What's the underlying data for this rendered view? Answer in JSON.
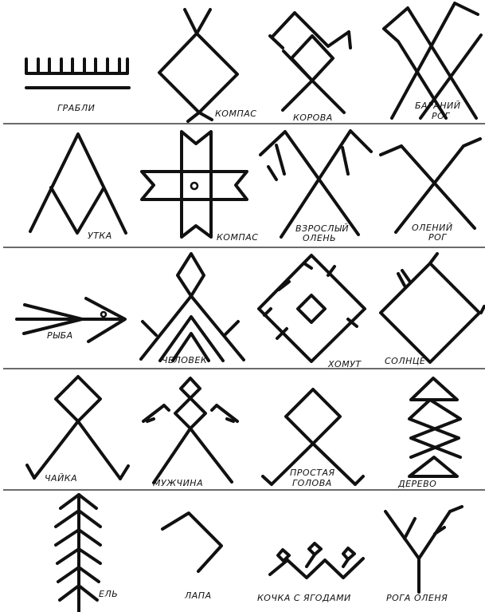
{
  "captions": {
    "grabli": "ГРАБЛИ",
    "kompas_1": "КОМПАС",
    "korova": "КОРОВА",
    "barany_rog_1": "БАРАНИЙ",
    "barany_rog_2": "РОГ",
    "utka": "УТКА",
    "kompas_2": "КОМПАС",
    "vzrosly_olen_1": "ВЗРОСЛЫЙ",
    "vzrosly_olen_2": "ОЛЕНЬ",
    "oleny_rog_1": "ОЛЕНИЙ",
    "oleny_rog_2": "РОГ",
    "ryba": "РЫБА",
    "chelovek": "ЧЕЛОВЕК",
    "khomut": "ХОМУТ",
    "solntse": "СОЛНЦЕ",
    "chaika": "ЧАЙКА",
    "muzhchina": "МУЖЧИНА",
    "prostaya_golova_1": "ПРОСТАЯ",
    "prostaya_golova_2": "ГОЛОВА",
    "derevo": "ДЕРЕВО",
    "el": "ЕЛЬ",
    "lapa": "ЛАПА",
    "kochka": "КОЧКА С ЯГОДАМИ",
    "roga_olenya": "РОГА ОЛЕНЯ"
  }
}
